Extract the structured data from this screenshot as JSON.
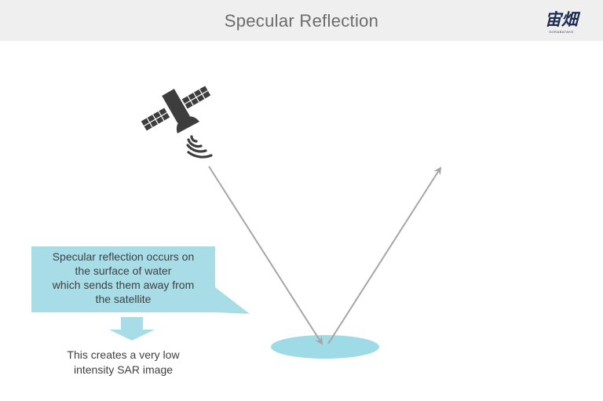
{
  "header": {
    "title": "Specular Reflection",
    "logo_text": "宙畑",
    "logo_subtext": "SORABATAKE"
  },
  "diagram": {
    "callout_text": "Specular reflection occurs on\nthe surface of water\nwhich sends them away from\nthe satellite",
    "result_text": "This creates a very low\nintensity SAR image"
  },
  "colors": {
    "header_bg": "#efefef",
    "callout_fill": "#a8dde8",
    "water_fill": "#9fdbe6",
    "arrow_gray": "#a6a6a6",
    "satellite": "#3d3d3d"
  }
}
